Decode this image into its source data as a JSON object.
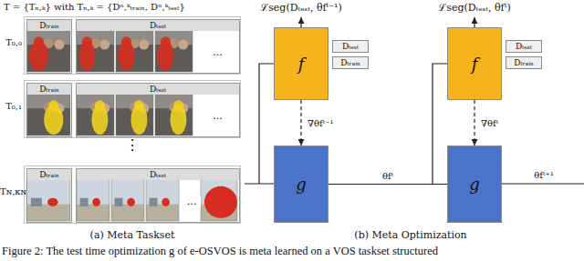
{
  "diagram": {
    "caption": "Figure 2: The test time optimization g of e-OSVOS is meta learned on a VOS taskset structured",
    "nodes": [
      {
        "text": [
          "T₀,₀"
        ]
      },
      {
        "text": [
          "Dₜᵣₐᵢₙ"
        ],
        "in": 0
      },
      {
        "text": [
          "Dₜₑₛₜ",
          "..."
        ],
        "in": 0
      },
      {
        "text": [
          "T₀,₁"
        ]
      },
      {
        "text": [
          "Dₜᵣₐᵢₙ"
        ],
        "in": 3
      },
      {
        "text": [
          "Dₜₑₛₜ",
          "..."
        ],
        "in": 3
      },
      {
        "text": [
          "Tɴ,ᴋɴ"
        ]
      },
      {
        "text": [
          "Dₜᵣₐᵢₙ"
        ],
        "in": 6
      },
      {
        "text": [
          "Dₜₑₛₜ",
          "..."
        ],
        "in": 6
      },
      {
        "text": [
          "f"
        ]
      },
      {
        "text": [
          "Dₜₑₛₜ"
        ]
      },
      {
        "text": [
          "Dₜᵣₐᵢₙ"
        ]
      },
      {
        "text": [
          "g"
        ]
      },
      {
        "text": [
          "f"
        ]
      },
      {
        "text": [
          "Dₜₑₛₜ"
        ]
      },
      {
        "text": [
          "Dₜᵣₐᵢₙ"
        ]
      },
      {
        "text": [
          "g"
        ]
      }
    ],
    "edges": [
      {
        "from": 9,
        "to": 12,
        "arrow": "to",
        "label": "∇θfᵗ⁻¹"
      },
      {
        "from": 13,
        "to": 16,
        "arrow": "to",
        "label": "∇θfᵗ"
      },
      {
        "from": 12,
        "to": 16,
        "arrow": "none",
        "label": "θfᵗ"
      },
      {
        "from": 12,
        "to": 13,
        "arrow": "none"
      }
    ],
    "labels": [
      "T = {Tₙ,ₖ} with Tₙ,ₖ = {Dⁿ,ᵏₜᵣₐᵢₙ, Dⁿ,ᵏₜₑₛₜ}",
      "⋮",
      "(a) Meta Taskset",
      "ℒseg(Dₜₑₛₜ, θfᵗ⁻¹)",
      "ℒseg(Dₜₑₛₜ, θfᵗ)",
      "θfᵗ⁺¹",
      "(b) Meta Optimization"
    ]
  }
}
